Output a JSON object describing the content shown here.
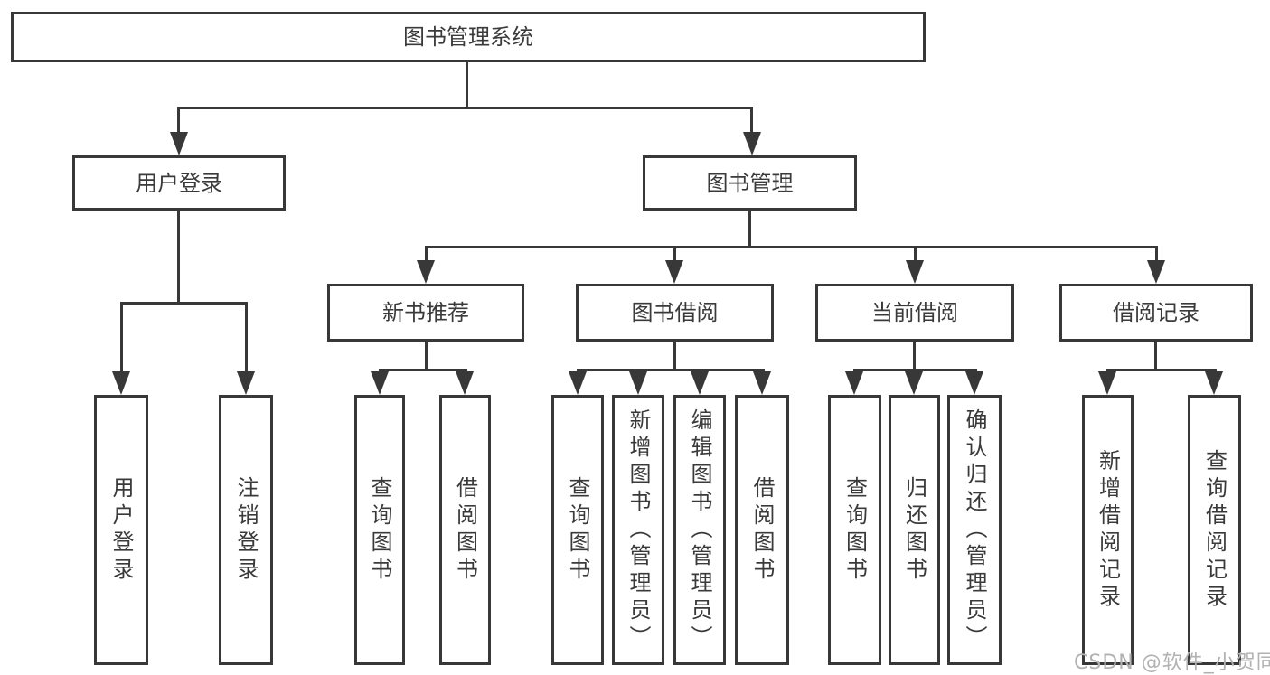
{
  "tree": {
    "label": "图书管理系统",
    "children": [
      {
        "label": "用户登录",
        "children": [
          {
            "label": "用户登录"
          },
          {
            "label": "注销登录"
          }
        ]
      },
      {
        "label": "图书管理",
        "children": [
          {
            "label": "新书推荐",
            "children": [
              {
                "label": "查询图书"
              },
              {
                "label": "借阅图书"
              }
            ]
          },
          {
            "label": "图书借阅",
            "children": [
              {
                "label": "查询图书"
              },
              {
                "label": "新增图书（管理员）"
              },
              {
                "label": "编辑图书（管理员）"
              },
              {
                "label": "借阅图书"
              }
            ]
          },
          {
            "label": "当前借阅",
            "children": [
              {
                "label": "查询图书"
              },
              {
                "label": "归还图书"
              },
              {
                "label": "确认归还（管理员）"
              }
            ]
          },
          {
            "label": "借阅记录",
            "children": [
              {
                "label": "新增借阅记录"
              },
              {
                "label": "查询借阅记录"
              }
            ]
          }
        ]
      }
    ]
  },
  "watermark": {
    "text": "CSDN @软件_小贺同学",
    "color": "#b2b2b2"
  },
  "colors": {
    "line": "#383838",
    "text": "#3a3a3a",
    "box_background": "#ffffff"
  }
}
